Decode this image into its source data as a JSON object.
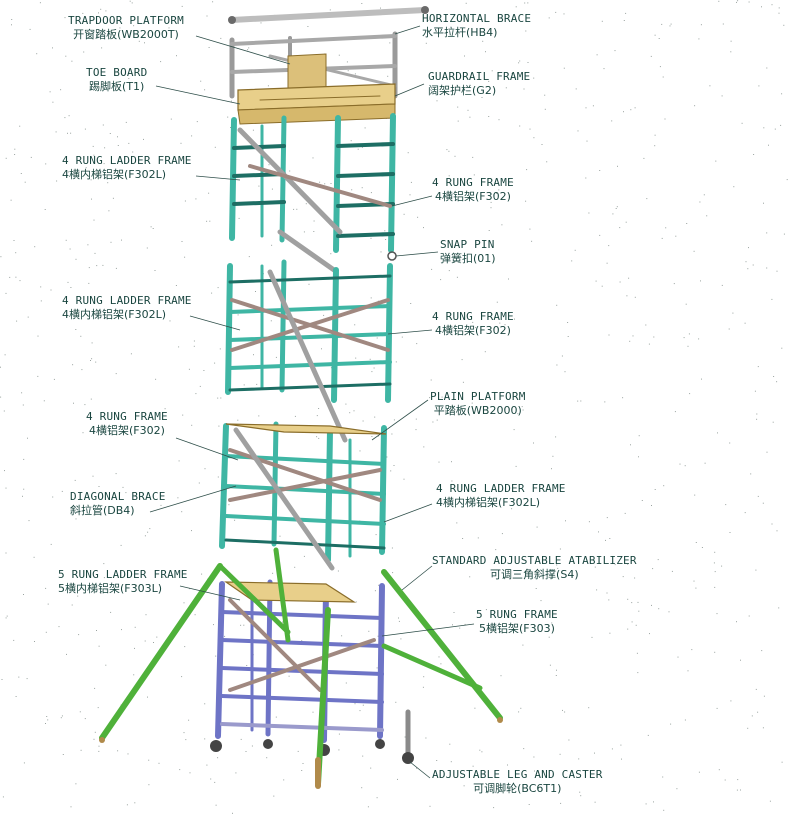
{
  "diagram": {
    "colors": {
      "frame_teal": "#3fb6a4",
      "frame_dark": "#1d6e64",
      "frame_blue": "#6e74c6",
      "brace_gray": "#9c9c9c",
      "brace_brown": "#a08880",
      "plank": "#e8cf8a",
      "plank_edge": "#a0823a",
      "stabilizer": "#4fb13a",
      "leader": "#2f4f4a",
      "label": "#1a4640",
      "speckle": "#9aa3a0"
    },
    "labels": [
      {
        "id": "trapdoor-platform",
        "en": "TRAPDOOR PLATFORM",
        "cn": "开窗踏板(WB2000T)"
      },
      {
        "id": "horizontal-brace",
        "en": "HORIZONTAL BRACE",
        "cn": "水平拉杆(HB4)"
      },
      {
        "id": "toe-board",
        "en": "TOE BOARD",
        "cn": "踢脚板(T1)"
      },
      {
        "id": "guardrail-frame",
        "en": "GUARDRAIL FRAME",
        "cn": "阔架护栏(G2)"
      },
      {
        "id": "ladder-frame-1",
        "en": "4 RUNG LADDER FRAME",
        "cn": "4横内梯铝架(F302L)"
      },
      {
        "id": "rung-frame-1",
        "en": "4 RUNG FRAME",
        "cn": "4横铝架(F302)"
      },
      {
        "id": "snap-pin",
        "en": "SNAP PIN",
        "cn": "弹簧扣(01)"
      },
      {
        "id": "ladder-frame-2",
        "en": "4 RUNG LADDER FRAME",
        "cn": "4横内梯铝架(F302L)"
      },
      {
        "id": "rung-frame-2",
        "en": "4 RUNG FRAME",
        "cn": "4横铝架(F302)"
      },
      {
        "id": "plain-platform",
        "en": "PLAIN PLATFORM",
        "cn": "平踏板(WB2000)"
      },
      {
        "id": "rung-frame-3",
        "en": "4 RUNG FRAME",
        "cn": "4横铝架(F302)"
      },
      {
        "id": "diagonal-brace",
        "en": "DIAGONAL BRACE",
        "cn": "斜拉管(DB4)"
      },
      {
        "id": "ladder-frame-3",
        "en": "4 RUNG LADDER FRAME",
        "cn": "4横内梯铝架(F302L)"
      },
      {
        "id": "ladder-frame-5",
        "en": "5 RUNG LADDER FRAME",
        "cn": "5横内梯铝架(F303L)"
      },
      {
        "id": "stabilizer",
        "en": "STANDARD ADJUSTABLE ATABILIZER",
        "cn": "可调三角斜撑(S4)"
      },
      {
        "id": "rung-frame-5",
        "en": "5 RUNG FRAME",
        "cn": "5横铝架(F303)"
      },
      {
        "id": "leg-caster",
        "en": "ADJUSTABLE LEG AND CASTER",
        "cn": "可调脚轮(BC6T1)"
      }
    ]
  }
}
